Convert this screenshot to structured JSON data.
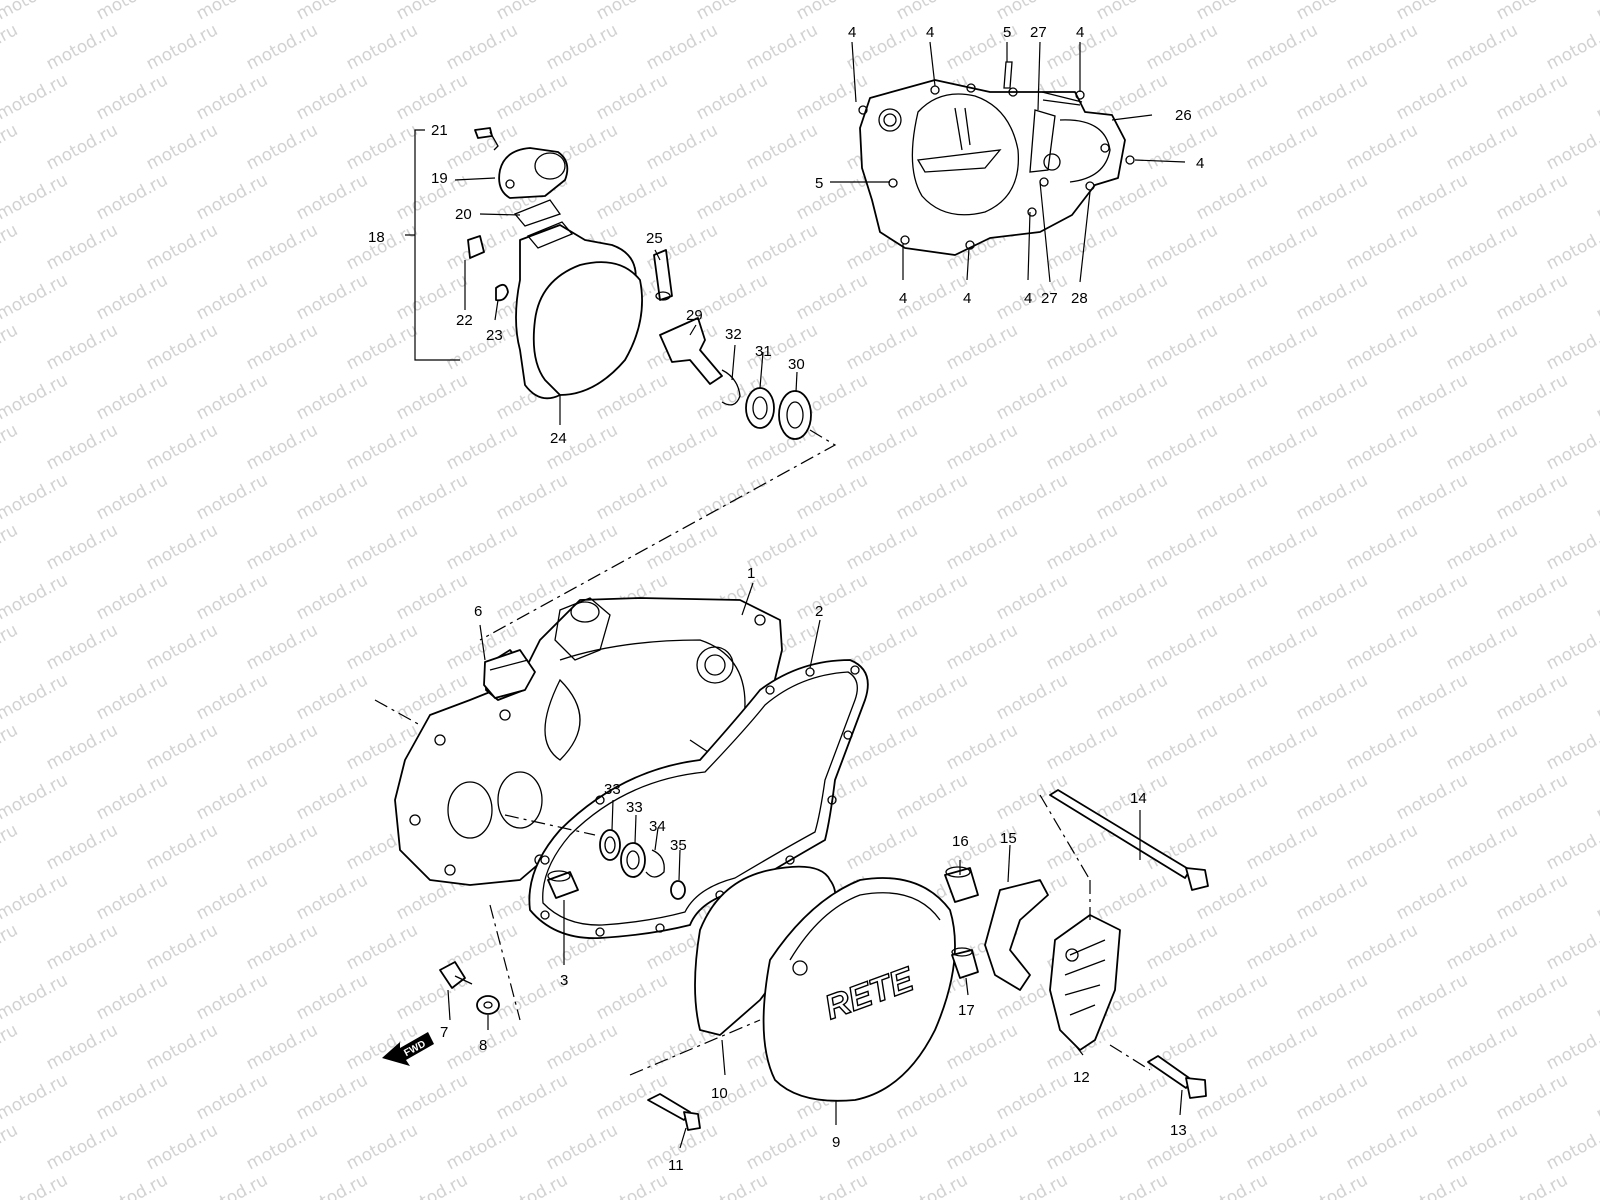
{
  "watermark": "motod.ru",
  "fwd_label": "FWD",
  "cover_logo": "RETE",
  "callouts": [
    {
      "id": "c1",
      "text": "1"
    },
    {
      "id": "c2",
      "text": "2"
    },
    {
      "id": "c3",
      "text": "3"
    },
    {
      "id": "c4a",
      "text": "4"
    },
    {
      "id": "c4b",
      "text": "4"
    },
    {
      "id": "c4c",
      "text": "4"
    },
    {
      "id": "c4d",
      "text": "4"
    },
    {
      "id": "c4e",
      "text": "4"
    },
    {
      "id": "c4f",
      "text": "4"
    },
    {
      "id": "c4g",
      "text": "4"
    },
    {
      "id": "c5a",
      "text": "5"
    },
    {
      "id": "c5b",
      "text": "5"
    },
    {
      "id": "c6",
      "text": "6"
    },
    {
      "id": "c7",
      "text": "7"
    },
    {
      "id": "c8",
      "text": "8"
    },
    {
      "id": "c9",
      "text": "9"
    },
    {
      "id": "c10",
      "text": "10"
    },
    {
      "id": "c11",
      "text": "11"
    },
    {
      "id": "c12",
      "text": "12"
    },
    {
      "id": "c13",
      "text": "13"
    },
    {
      "id": "c14",
      "text": "14"
    },
    {
      "id": "c15",
      "text": "15"
    },
    {
      "id": "c16",
      "text": "16"
    },
    {
      "id": "c17",
      "text": "17"
    },
    {
      "id": "c18",
      "text": "18"
    },
    {
      "id": "c19",
      "text": "19"
    },
    {
      "id": "c20",
      "text": "20"
    },
    {
      "id": "c21",
      "text": "21"
    },
    {
      "id": "c22",
      "text": "22"
    },
    {
      "id": "c23",
      "text": "23"
    },
    {
      "id": "c24",
      "text": "24"
    },
    {
      "id": "c25",
      "text": "25"
    },
    {
      "id": "c26",
      "text": "26"
    },
    {
      "id": "c27a",
      "text": "27"
    },
    {
      "id": "c27b",
      "text": "27"
    },
    {
      "id": "c28",
      "text": "28"
    },
    {
      "id": "c29",
      "text": "29"
    },
    {
      "id": "c30",
      "text": "30"
    },
    {
      "id": "c31",
      "text": "31"
    },
    {
      "id": "c32",
      "text": "32"
    },
    {
      "id": "c33a",
      "text": "33"
    },
    {
      "id": "c33b",
      "text": "33"
    },
    {
      "id": "c34",
      "text": "34"
    },
    {
      "id": "c35",
      "text": "35"
    }
  ]
}
